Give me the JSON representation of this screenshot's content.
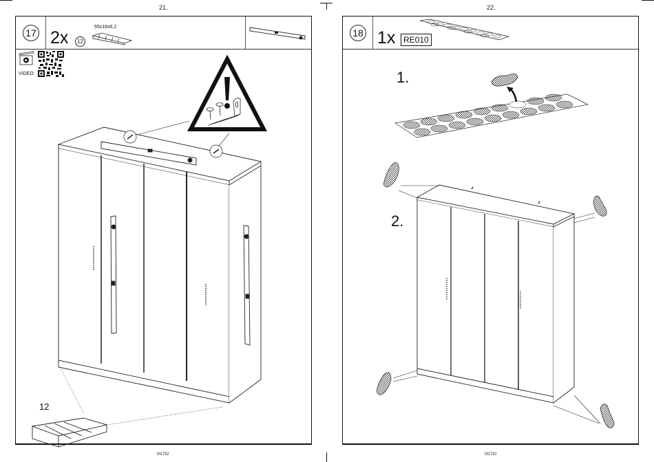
{
  "pages": [
    {
      "page_number": "21.",
      "step_number": "17",
      "quantity": "2x",
      "part_number": "12",
      "part_dimensions": "55x16x6,2",
      "video_label": "VIDEO",
      "callout_part_label": "12",
      "footer_code": "M1792",
      "icons": [
        "qr-code-icon",
        "video-clapper-icon",
        "warning-triangle-icon",
        "spirit-level-icon",
        "wedge-shim-icon"
      ]
    },
    {
      "page_number": "22.",
      "step_number": "18",
      "quantity": "1x",
      "part_code": "RE010",
      "substep_1": "1.",
      "substep_2": "2.",
      "footer_code": "M1792",
      "icons": [
        "felt-pad-sheet-icon",
        "felt-pad-icon",
        "peel-arrow-icon"
      ]
    }
  ]
}
